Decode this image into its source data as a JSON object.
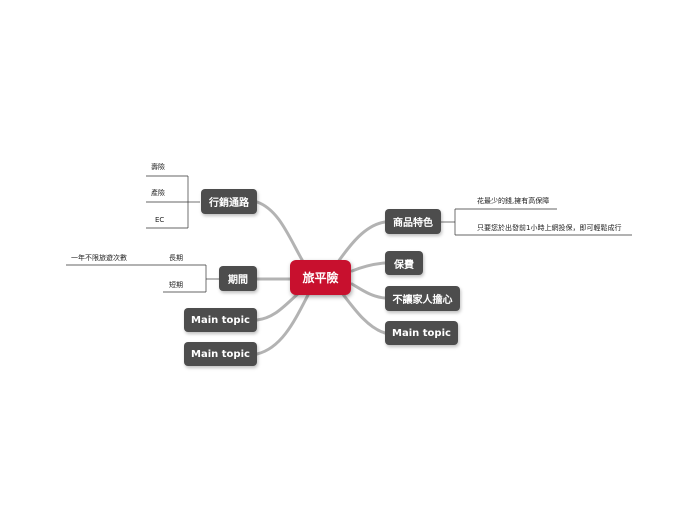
{
  "central_topic": "旅平險",
  "branches": {
    "marketing_channel": {
      "label": "行銷通路",
      "leaves": [
        "壽險",
        "產險",
        "EC"
      ]
    },
    "period": {
      "label": "期間",
      "leaves": [
        "長期",
        "短期"
      ],
      "sub_leaf": "一年不限旅遊次數"
    },
    "main_topic_left_1": {
      "label": "Main topic"
    },
    "main_topic_left_2": {
      "label": "Main topic"
    },
    "product_features": {
      "label": "商品特色",
      "leaves": [
        "花最少的錢,擁有高保障",
        "只要您於出發前1小時上網投保，即可輕鬆成行"
      ]
    },
    "premium": {
      "label": "保費"
    },
    "no_worry": {
      "label": "不讓家人擔心"
    },
    "main_topic_right": {
      "label": "Main topic"
    }
  },
  "colors": {
    "central": "#c8102e",
    "topic": "#4d4d4d",
    "connector": "#b3b3b3",
    "leaf_line": "#333333"
  }
}
